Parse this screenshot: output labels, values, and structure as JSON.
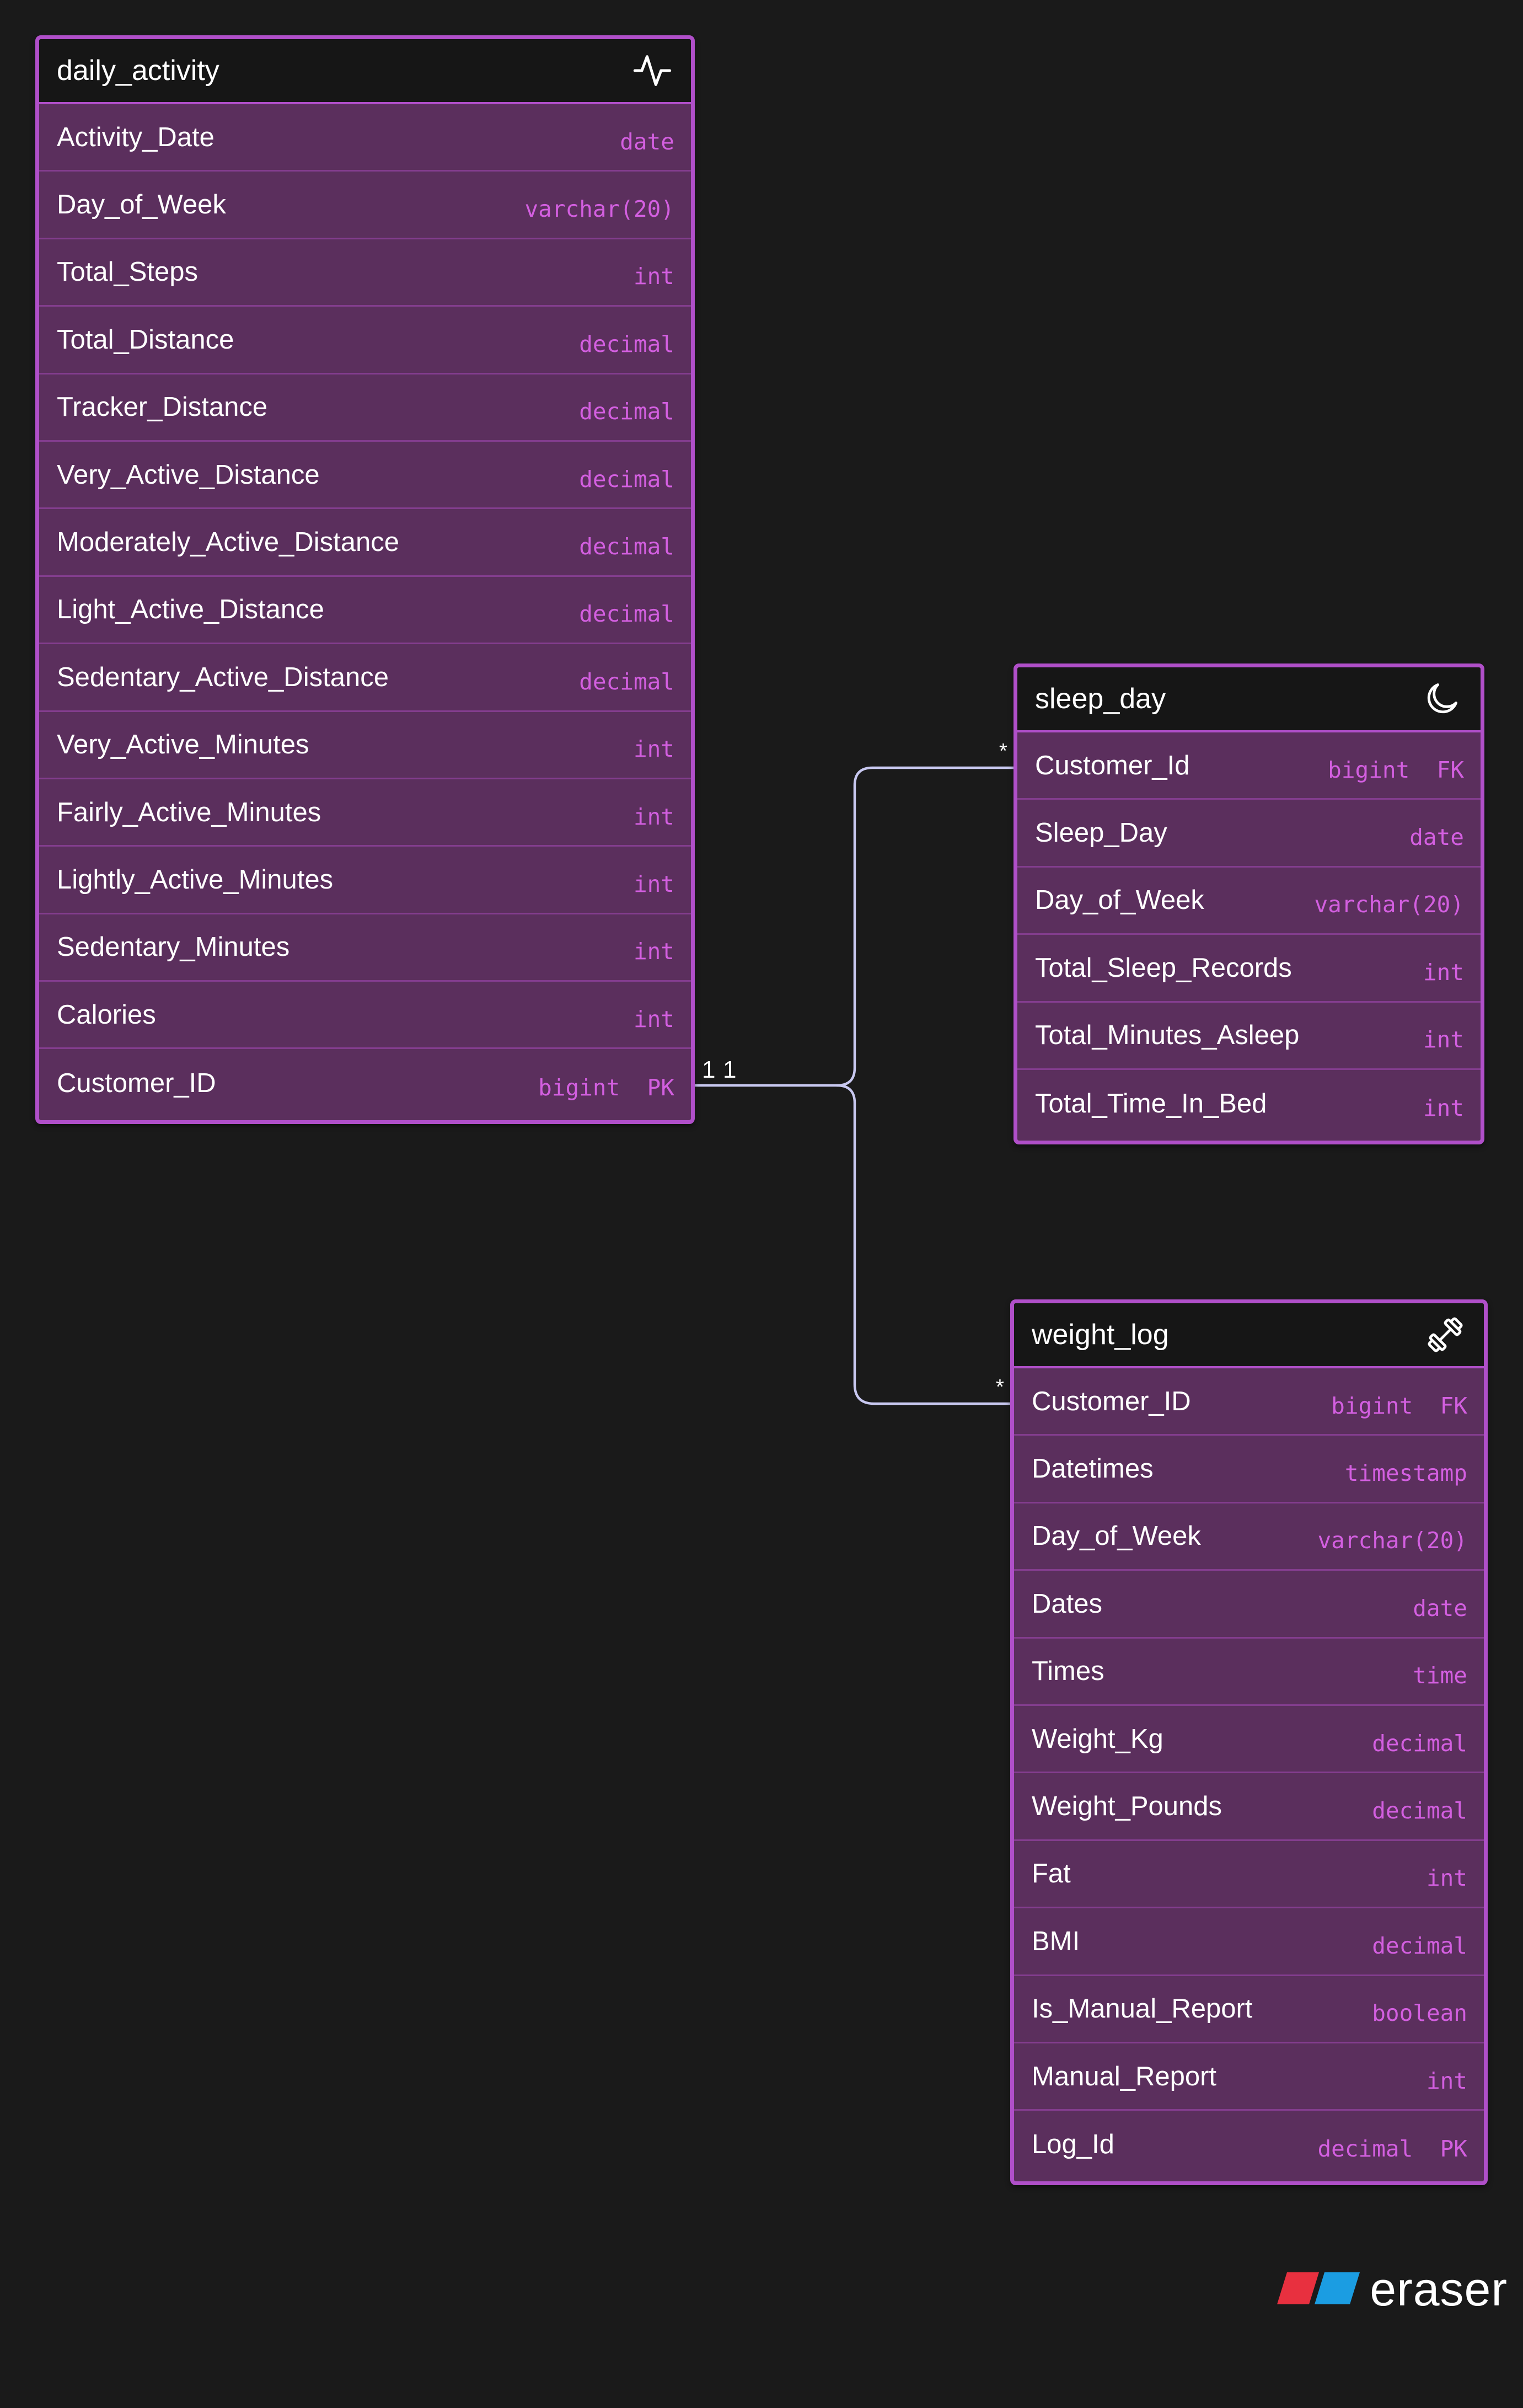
{
  "diagram": {
    "entities": [
      {
        "id": "daily_activity",
        "name": "daily_activity",
        "icon": "activity-pulse-icon",
        "fields": [
          {
            "name": "Activity_Date",
            "type": "date"
          },
          {
            "name": "Day_of_Week",
            "type": "varchar(20)"
          },
          {
            "name": "Total_Steps",
            "type": "int"
          },
          {
            "name": "Total_Distance",
            "type": "decimal"
          },
          {
            "name": "Tracker_Distance",
            "type": "decimal"
          },
          {
            "name": "Very_Active_Distance",
            "type": "decimal"
          },
          {
            "name": "Moderately_Active_Distance",
            "type": "decimal"
          },
          {
            "name": "Light_Active_Distance",
            "type": "decimal"
          },
          {
            "name": "Sedentary_Active_Distance",
            "type": "decimal"
          },
          {
            "name": "Very_Active_Minutes",
            "type": "int"
          },
          {
            "name": "Fairly_Active_Minutes",
            "type": "int"
          },
          {
            "name": "Lightly_Active_Minutes",
            "type": "int"
          },
          {
            "name": "Sedentary_Minutes",
            "type": "int"
          },
          {
            "name": "Calories",
            "type": "int"
          },
          {
            "name": "Customer_ID",
            "type": "bigint  PK"
          }
        ]
      },
      {
        "id": "sleep_day",
        "name": "sleep_day",
        "icon": "moon-icon",
        "fields": [
          {
            "name": "Customer_Id",
            "type": "bigint  FK"
          },
          {
            "name": "Sleep_Day",
            "type": "date"
          },
          {
            "name": "Day_of_Week",
            "type": "varchar(20)"
          },
          {
            "name": "Total_Sleep_Records",
            "type": "int"
          },
          {
            "name": "Total_Minutes_Asleep",
            "type": "int"
          },
          {
            "name": "Total_Time_In_Bed",
            "type": "int"
          }
        ]
      },
      {
        "id": "weight_log",
        "name": "weight_log",
        "icon": "dumbbell-icon",
        "fields": [
          {
            "name": "Customer_ID",
            "type": "bigint  FK"
          },
          {
            "name": "Datetimes",
            "type": "timestamp"
          },
          {
            "name": "Day_of_Week",
            "type": "varchar(20)"
          },
          {
            "name": "Dates",
            "type": "date"
          },
          {
            "name": "Times",
            "type": "time"
          },
          {
            "name": "Weight_Kg",
            "type": "decimal"
          },
          {
            "name": "Weight_Pounds",
            "type": "decimal"
          },
          {
            "name": "Fat",
            "type": "int"
          },
          {
            "name": "BMI",
            "type": "decimal"
          },
          {
            "name": "Is_Manual_Report",
            "type": "boolean"
          },
          {
            "name": "Manual_Report",
            "type": "int"
          },
          {
            "name": "Log_Id",
            "type": "decimal  PK"
          }
        ]
      }
    ],
    "relationships": [
      {
        "from": "daily_activity.Customer_ID",
        "to": "sleep_day.Customer_Id",
        "from_label": "1",
        "to_label": "*"
      },
      {
        "from": "daily_activity.Customer_ID",
        "to": "weight_log.Customer_ID",
        "from_label": "1",
        "to_label": "*"
      }
    ]
  },
  "brand": {
    "name": "eraser",
    "logo_colors": [
      "#e8303f",
      "#1b9de2"
    ]
  },
  "colors": {
    "background": "#1a1a1a",
    "card_border": "#b04fc9",
    "row_fill": "#5b2f5d",
    "type_text": "#d35fe0",
    "connector": "#c8c8f0"
  }
}
